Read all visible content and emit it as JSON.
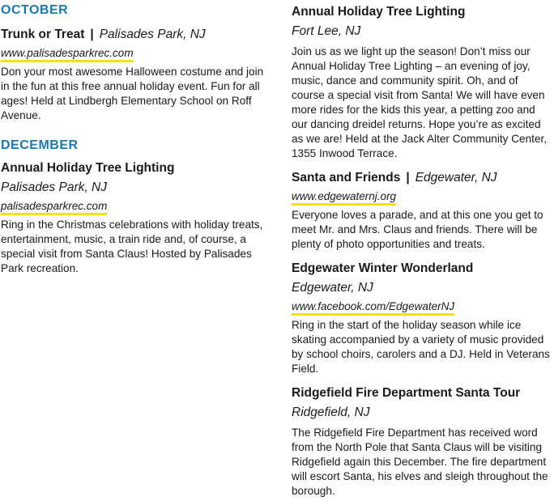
{
  "october": {
    "heading": "OCTOBER",
    "events": [
      {
        "title": "Trunk or Treat",
        "separator": "|",
        "location": "Palisades Park, NJ",
        "url": "www.palisadesparkrec.com",
        "description": "Don your most awesome Halloween costume and join in the fun at this free annual holiday event. Fun for all ages! Held at Lindbergh Elementary School on Roff Avenue."
      }
    ]
  },
  "december": {
    "heading": "DECEMBER",
    "events": [
      {
        "title": "Annual Holiday Tree Lighting",
        "location": "Palisades Park, NJ",
        "url": "palisadesparkrec.com",
        "description": "Ring in the Christmas celebrations with holiday treats, entertainment, music, a train ride and, of course, a special visit from Santa Claus! Hosted by Palisades Park recreation."
      }
    ]
  },
  "right_column": {
    "events": [
      {
        "title": "Annual Holiday Tree Lighting",
        "location": "Fort Lee, NJ",
        "description": "Join us as we light up the season! Don’t miss our Annual Holiday Tree Lighting – an evening of joy, music, dance and community spirit. Oh, and of course a special visit from Santa! We will have even more rides for the kids this year, a petting zoo and our dancing dreidel returns. Hope you’re as excited as we are! Held at the Jack Alter Community Center, 1355 Inwood Terrace."
      },
      {
        "title": "Santa and Friends",
        "separator": "|",
        "location": "Edgewater, NJ",
        "url": "www.edgewaternj.org",
        "description": "Everyone loves a parade, and at this one you get to meet Mr. and Mrs. Claus and friends. There will be plenty of photo opportunities and treats."
      },
      {
        "title": "Edgewater Winter Wonderland",
        "location": "Edgewater, NJ",
        "url": "www.facebook.com/EdgewaterNJ",
        "description": "Ring in the start of the holiday season while ice skating accompanied by a variety of music provided by school choirs, carolers and a DJ. Held in Veterans Field."
      },
      {
        "title": "Ridgefield Fire Department Santa Tour",
        "location": "Ridgefield, NJ",
        "description": "The Ridgefield Fire Department has received word from the North Pole that Santa Claus will be visiting Ridgefield again this December. The fire department will escort Santa, his elves and sleigh throughout the borough."
      }
    ]
  },
  "colors": {
    "month_heading": "#1a7ab0",
    "url_highlight": "#f2e600",
    "text": "#1a1a1a"
  }
}
